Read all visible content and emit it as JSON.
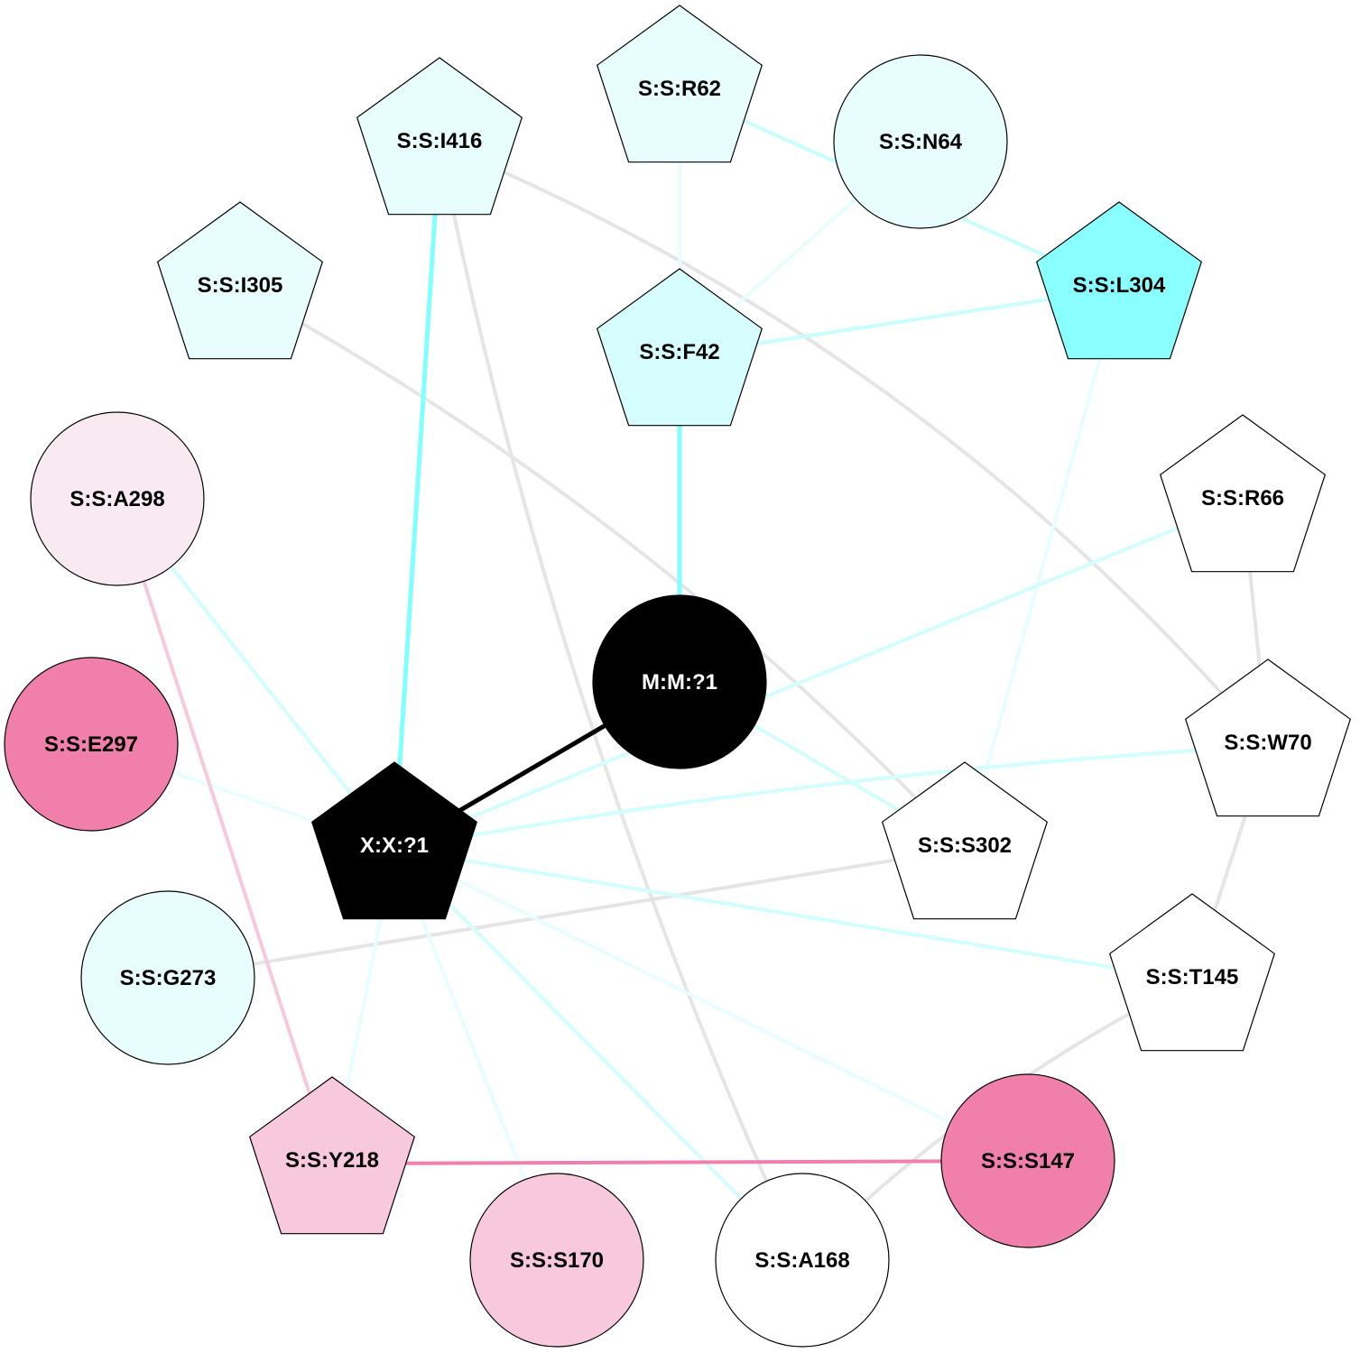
{
  "graph": {
    "nodes": [
      {
        "id": "R62",
        "label": "S:S:R62",
        "shape": "pentagon",
        "fill": "#e8fefe",
        "text": "#000000"
      },
      {
        "id": "N64",
        "label": "S:S:N64",
        "shape": "circle",
        "fill": "#e8fefe",
        "text": "#000000"
      },
      {
        "id": "I416",
        "label": "S:S:I416",
        "shape": "pentagon",
        "fill": "#e8fefe",
        "text": "#000000"
      },
      {
        "id": "I305",
        "label": "S:S:I305",
        "shape": "pentagon",
        "fill": "#e8fefe",
        "text": "#000000"
      },
      {
        "id": "F42",
        "label": "S:S:F42",
        "shape": "pentagon",
        "fill": "#d6fefe",
        "text": "#000000"
      },
      {
        "id": "L304",
        "label": "S:S:L304",
        "shape": "pentagon",
        "fill": "#8affff",
        "text": "#000000"
      },
      {
        "id": "A298",
        "label": "S:S:A298",
        "shape": "circle",
        "fill": "#f9eaf2",
        "text": "#000000"
      },
      {
        "id": "R66",
        "label": "S:S:R66",
        "shape": "pentagon",
        "fill": "#ffffff",
        "text": "#000000"
      },
      {
        "id": "M1",
        "label": "M:M:?1",
        "shape": "circle",
        "fill": "#000000",
        "text": "#ffffff"
      },
      {
        "id": "E297",
        "label": "S:S:E297",
        "shape": "circle",
        "fill": "#f07fac",
        "text": "#000000"
      },
      {
        "id": "W70",
        "label": "S:S:W70",
        "shape": "pentagon",
        "fill": "#ffffff",
        "text": "#000000"
      },
      {
        "id": "X1",
        "label": "X:X:?1",
        "shape": "pentagon",
        "fill": "#000000",
        "text": "#ffffff"
      },
      {
        "id": "S302",
        "label": "S:S:S302",
        "shape": "pentagon",
        "fill": "#ffffff",
        "text": "#000000"
      },
      {
        "id": "G273",
        "label": "S:S:G273",
        "shape": "circle",
        "fill": "#e8fefe",
        "text": "#000000"
      },
      {
        "id": "T145",
        "label": "S:S:T145",
        "shape": "pentagon",
        "fill": "#ffffff",
        "text": "#000000"
      },
      {
        "id": "Y218",
        "label": "S:S:Y218",
        "shape": "pentagon",
        "fill": "#f8c8dd",
        "text": "#000000"
      },
      {
        "id": "S147",
        "label": "S:S:S147",
        "shape": "circle",
        "fill": "#f07fac",
        "text": "#000000"
      },
      {
        "id": "S170",
        "label": "S:S:S170",
        "shape": "circle",
        "fill": "#f8c8dd",
        "text": "#000000"
      },
      {
        "id": "A168",
        "label": "S:S:A168",
        "shape": "circle",
        "fill": "#ffffff",
        "text": "#000000"
      }
    ],
    "edges": [
      {
        "source": "I416",
        "target": "W70",
        "color": "#e5e5e5",
        "curve": "arc"
      },
      {
        "source": "I416",
        "target": "A168",
        "color": "#e5e5e5",
        "curve": "arc"
      },
      {
        "source": "I305",
        "target": "S302",
        "color": "#e5e5e5",
        "curve": "arc"
      },
      {
        "source": "R66",
        "target": "W70",
        "color": "#e5e5e5"
      },
      {
        "source": "W70",
        "target": "T145",
        "color": "#e5e5e5"
      },
      {
        "source": "S302",
        "target": "G273",
        "color": "#e5e5e5"
      },
      {
        "source": "T145",
        "target": "A168",
        "color": "#e5e5e5",
        "curve": "arc"
      },
      {
        "source": "R62",
        "target": "F42",
        "color": "#e8fefe"
      },
      {
        "source": "N64",
        "target": "F42",
        "color": "#e8fefe"
      },
      {
        "source": "L304",
        "target": "S302",
        "color": "#e8fefe"
      },
      {
        "source": "E297",
        "target": "X1",
        "color": "#e8fefe"
      },
      {
        "source": "X1",
        "target": "S147",
        "color": "#e8fefe"
      },
      {
        "source": "X1",
        "target": "S170",
        "color": "#e8fefe"
      },
      {
        "source": "X1",
        "target": "Y218",
        "color": "#e8fefe"
      },
      {
        "source": "R62",
        "target": "L304",
        "color": "#c8fefe"
      },
      {
        "source": "L304",
        "target": "F42",
        "color": "#c8fefe"
      },
      {
        "source": "R66",
        "target": "X1",
        "color": "#d2fefe"
      },
      {
        "source": "W70",
        "target": "X1",
        "color": "#d2fefe",
        "curve": "arc"
      },
      {
        "source": "M1",
        "target": "S302",
        "color": "#d2fefe"
      },
      {
        "source": "A298",
        "target": "X1",
        "color": "#d2fefe"
      },
      {
        "source": "X1",
        "target": "T145",
        "color": "#d2fefe"
      },
      {
        "source": "X1",
        "target": "A168",
        "color": "#d2fefe"
      },
      {
        "source": "A298",
        "target": "Y218",
        "color": "#f8c8dd"
      },
      {
        "source": "Y218",
        "target": "S147",
        "color": "#f07fac"
      },
      {
        "source": "F42",
        "target": "M1",
        "color": "#80ffff",
        "strong": true
      },
      {
        "source": "I416",
        "target": "X1",
        "color": "#80ffff",
        "strong": true
      },
      {
        "source": "M1",
        "target": "X1",
        "color": "#000000",
        "strong": true
      }
    ]
  }
}
